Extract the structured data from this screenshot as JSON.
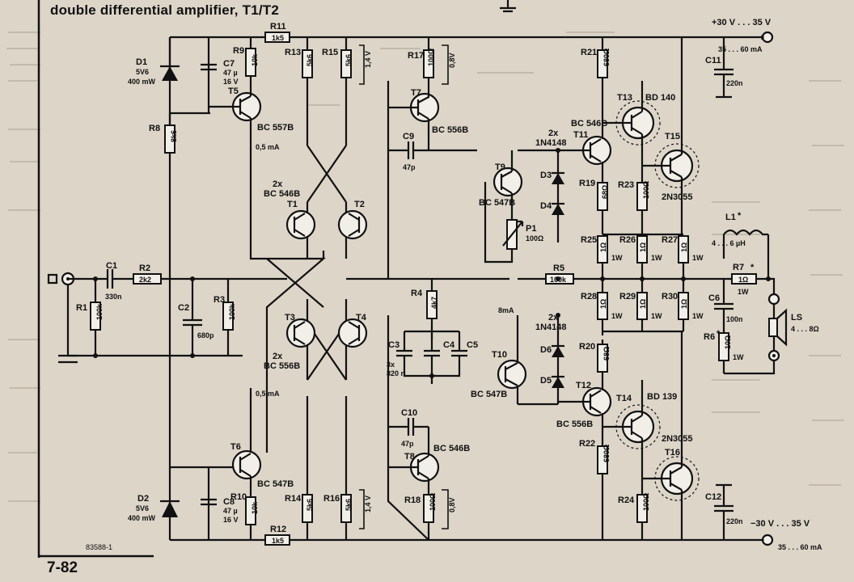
{
  "header": {
    "title": "double differential amplifier, T1/T2"
  },
  "footer": {
    "page_number": "7-82",
    "doc_id": "83588-1"
  },
  "supply": {
    "pos_voltage": "+30 V . . . 35 V",
    "pos_current": "35 . . . 60 mA",
    "neg_voltage": "−30 V . . . 35 V",
    "neg_current": "35 . . . 60 mA"
  },
  "labels": {
    "r11": "R11",
    "r11v": "1k5",
    "r12": "R12",
    "r12v": "1k5",
    "d1": "D1",
    "d1v": "5V6",
    "d1p": "400 mW",
    "d2": "D2",
    "d2v": "5V6",
    "d2p": "400 mW",
    "c7": "C7",
    "c7v": "47 µ",
    "c7u": "16 V",
    "c8": "C8",
    "c8v": "47 µ",
    "c8u": "16 V",
    "r9": "R9",
    "r9v": "10k",
    "r10": "R10",
    "r10v": "10k",
    "r8": "R8",
    "r8v": "8k6",
    "t5": "T5",
    "t5t": "BC 557B",
    "t6": "T6",
    "t6t": "BC 547B",
    "i1": "0,5 mA",
    "i2": "0,5 mA",
    "r13": "R13",
    "r13v": "5k6",
    "r14": "R14",
    "r14v": "5k6",
    "r15": "R15",
    "r15v": "5k6",
    "r15u": "1,4 V",
    "r16": "R16",
    "r16v": "5k6",
    "r16u": "1,4 V",
    "r17": "R17",
    "r17v": "100Ω",
    "r17u": "0,8V",
    "r18": "R18",
    "r18v": "100Ω",
    "r18u": "0,8V",
    "t7": "T7",
    "t7t": "BC 556B",
    "t8": "T8",
    "t8t": "BC 546B",
    "c9": "C9",
    "c9v": "47p",
    "c10": "C10",
    "c10v": "47p",
    "q12x": "2x",
    "q12t": "BC 546B",
    "t1": "T1",
    "t2": "T2",
    "q34x": "2x",
    "q34t": "BC 556B",
    "t3": "T3",
    "t4": "T4",
    "c1": "C1",
    "c1v": "330n",
    "r2": "R2",
    "r2v": "2k2",
    "r1": "R1",
    "r1v": "100k",
    "c2": "C2",
    "c2v": "680p",
    "r3": "R3",
    "r3v": "100k",
    "r4": "R4",
    "r4v": "4k7",
    "c3": "C3",
    "c4": "C4",
    "c5": "C5",
    "c345": "3x",
    "c345v": "820 n",
    "t9": "T9",
    "t9t": "BC 547B",
    "t10": "T10",
    "t10t": "BC 547B",
    "p1": "P1",
    "p1v": "100Ω",
    "d34x": "2x",
    "d34t": "1N4148",
    "d3": "D3",
    "d4": "D4",
    "d56x": "2x",
    "d56t": "1N4148",
    "d5": "D5",
    "d6": "D6",
    "i8": "8mA",
    "r5": "R5",
    "r5v": "100k",
    "r21": "R21",
    "r21v": "680Ω",
    "r22": "R22",
    "r22v": "680Ω",
    "t11": "T11",
    "t11t": "BC 546B",
    "t12": "T12",
    "t12t": "BC 556B",
    "t13": "T13",
    "t13t": "BD 140",
    "t14": "T14",
    "t14t": "BD 139",
    "t15": "T15",
    "t15t": "2N3055",
    "t16": "T16",
    "t16t": "2N3055",
    "r19": "R19",
    "r19v": "68Ω",
    "r20": "R20",
    "r20v": "68Ω",
    "r23": "R23",
    "r23v": "100Ω",
    "r24": "R24",
    "r24v": "100Ω",
    "r25": "R25",
    "r26": "R26",
    "r27": "R27",
    "r28": "R28",
    "r29": "R29",
    "r30": "R30",
    "r1o": "1Ω",
    "w1": "1W",
    "c11": "C11",
    "c11v": "220n",
    "c12": "C12",
    "c12v": "220n",
    "l1": "L1",
    "l1s": "*",
    "l1v": "4 . . . 6 µH",
    "r7": "R7",
    "r7s": "*",
    "r7v": "1Ω",
    "r7w": "1W",
    "c6": "C6",
    "c6v": "100n",
    "r6": "R6",
    "r6s": "*",
    "r6v": "10Ω",
    "r6w": "1W",
    "ls": "LS",
    "lsv": "4 . . . 8Ω"
  }
}
